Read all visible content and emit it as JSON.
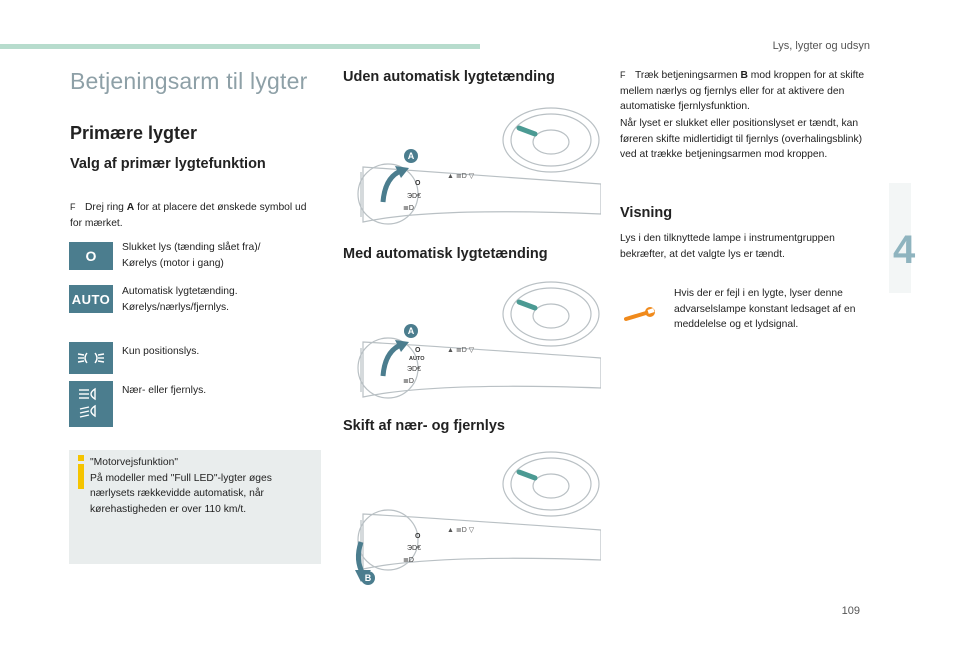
{
  "header": {
    "section": "Lys, lygter og udsyn",
    "page_number": "109",
    "chapter": "4"
  },
  "title": "Betjeningsarm til lygter",
  "primary": {
    "heading": "Primære lygter",
    "subheading": "Valg af primær lygtefunktion",
    "instruction_marker": "F",
    "instruction_pre": "Drej ring ",
    "instruction_bold": "A",
    "instruction_post": " for at placere det ønskede symbol ud for mærket.",
    "modes": [
      {
        "icon": "light-off-icon",
        "symbol": "O",
        "text": "Slukket lys (tænding slået fra)/ Kørelys (motor i gang)"
      },
      {
        "icon": "auto-light-icon",
        "symbol": "AUTO",
        "text": "Automatisk lygtetænding. Kørelys/nærlys/fjernlys."
      },
      {
        "icon": "sidelight-icon",
        "symbol": "",
        "text": "Kun positionslys."
      },
      {
        "icon": "dipped-main-beam-icon",
        "symbol": "",
        "text": "Nær- eller fjernlys."
      }
    ]
  },
  "info": {
    "title": "\"Motorvejsfunktion\"",
    "text": "På modeller med \"Full LED\"-lygter øges nærlysets rækkevidde automatisk, når kørehastigheden er over 110 km/t."
  },
  "middle": {
    "no_auto_heading": "Uden automatisk lygtetænding",
    "auto_heading": "Med automatisk lygtetænding",
    "switch_heading": "Skift af nær- og fjernlys",
    "callout_a": "A",
    "callout_b": "B",
    "stalk_o": "O",
    "stalk_auto": "AUTO"
  },
  "right": {
    "marker": "F",
    "bullet_pre": "Træk betjeningsarmen ",
    "bullet_bold": "B",
    "bullet_post": " mod kroppen for at skifte mellem nærlys og fjernlys eller for at aktivere den automatiske fjernlysfunktion.",
    "para": "Når lyset er slukket eller positionslyset er tændt, kan føreren skifte midlertidigt til fjernlys (overhalingsblink) ved at trække betjeningsarmen mod kroppen.",
    "display_heading": "Visning",
    "display_text": "Lys i den tilknyttede lampe i instrumentgruppen bekræfter, at det valgte lys er tændt.",
    "warning_text": "Hvis der er fejl i en lygte, lyser denne advarselslampe konstant ledsaget af en meddelelse og et lydsignal."
  },
  "colors": {
    "accent": "#4b7d8e",
    "topbar": "#b7dccd",
    "title": "#8ea0a7",
    "info_bg": "#e9eded",
    "info_bar": "#f5c400",
    "warning": "#f08a1c"
  }
}
